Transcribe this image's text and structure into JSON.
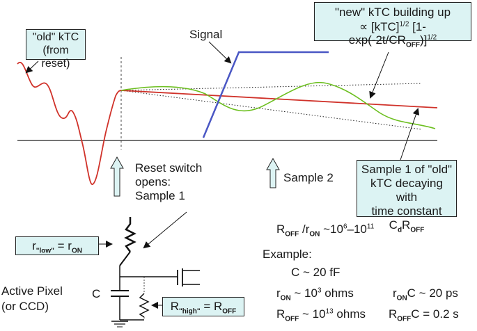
{
  "labels": {
    "old_ktc": [
      "\"old\" kTC",
      "(from reset)"
    ],
    "new_ktc_title": "\"new\" kTC building up",
    "new_ktc_formula": {
      "prefix": "∝ [kTC]",
      "exp1": "1/2",
      "mid": " [1-exp(-2t/CR",
      "sub": "OFF",
      "end": ")]",
      "exp2": "1/2"
    },
    "signal": "Signal",
    "reset_switch": [
      "Reset switch",
      "opens:",
      "Sample 1"
    ],
    "sample2": "Sample 2",
    "sample1_old": [
      "Sample 1 of \"old\"",
      "kTC decaying with",
      "time constant C"
    ],
    "sample1_old_sub_d": "d",
    "sample1_old_R": "R",
    "sample1_old_sub_off": "OFF",
    "r_low": {
      "r": "r",
      "sub": "\"low\"",
      "eq": " = r",
      "sub2": "ON"
    },
    "r_high": {
      "r": "R",
      "sub": "\"high\"",
      "eq": " = R",
      "sub2": "OFF"
    },
    "ratio": {
      "a": "R",
      "a_sub": "OFF",
      "b": " /r",
      "b_sub": "ON",
      "c": " ~10",
      "c_sup": "6",
      "d": "–10",
      "d_sup": "11"
    },
    "example": "Example:",
    "c_val": "C ~ 20 fF",
    "ron": {
      "a": "r",
      "a_sub": "ON",
      "b": " ~ 10",
      "b_sup": "3",
      "c": " ohms"
    },
    "ronc": {
      "a": "r",
      "a_sub": "ON",
      "b": "C ~ 20 ps"
    },
    "roff": {
      "a": "R",
      "a_sub": "OFF",
      "b": " ~ 10",
      "b_sup": "13",
      "c": " ohms"
    },
    "roffc": {
      "a": "R",
      "a_sub": "OFF",
      "b": "C = 0.2 s"
    },
    "active_pixel": [
      "Active Pixel",
      "(or CCD)"
    ],
    "cap_label": "C"
  },
  "colors": {
    "old_ktc_curve": "#d0322a",
    "new_ktc_curve": "#6cbf1f",
    "signal_line": "#4a57c4",
    "box_fill": "#dcf3f3",
    "arrow_fill": "#dcf3f3"
  }
}
